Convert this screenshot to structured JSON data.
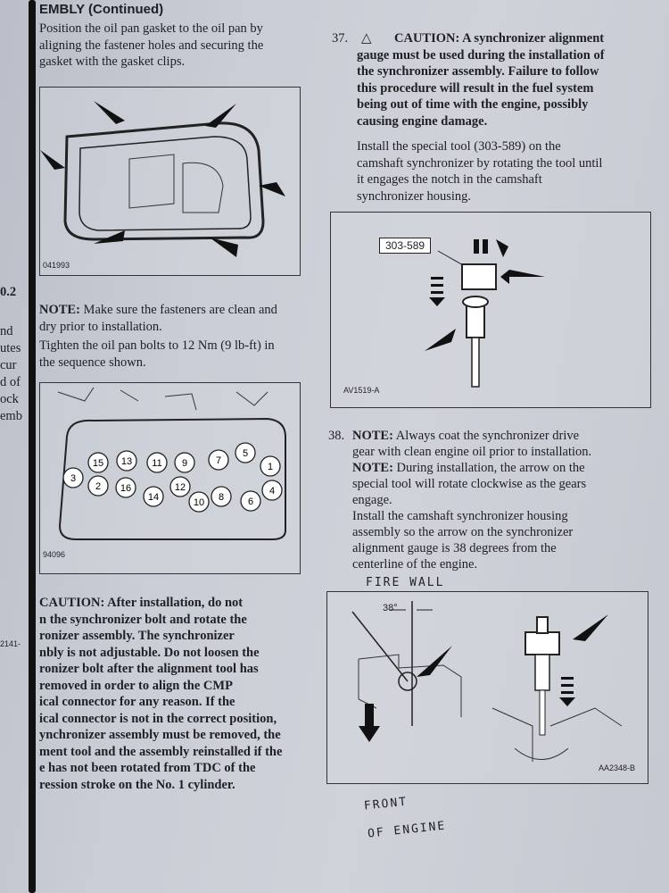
{
  "header": {
    "fragment": "EMBLY (Continued)"
  },
  "left": {
    "step_text": [
      "Position the oil pan gasket to the oil pan by",
      "aligning the fastener holes and securing the",
      "gasket with the gasket clips."
    ],
    "fig1_label": "041993",
    "margin_fragments": [
      "0.2",
      "nd",
      "utes",
      "cur",
      "d of",
      "ock",
      "emb",
      "2141-"
    ],
    "note": {
      "label": "NOTE:",
      "text": " Make sure the fasteners are clean and",
      "line2": "dry prior to installation."
    },
    "tighten": [
      "Tighten the oil pan bolts to 12 Nm (9 lb-ft) in",
      "the sequence shown."
    ],
    "fig2_label": "94096",
    "bolt_sequence": [
      "1",
      "2",
      "3",
      "4",
      "5",
      "6",
      "7",
      "8",
      "9",
      "10",
      "11",
      "12",
      "13",
      "14",
      "15",
      "16"
    ],
    "caution": [
      "CAUTION: After installation, do not",
      "n the synchronizer bolt and rotate the",
      "ronizer assembly. The synchronizer",
      "nbly is not adjustable. Do not loosen the",
      "ronizer bolt after the alignment tool has",
      "removed in order to align the CMP",
      "ical connector for any reason. If the",
      "ical connector is not in the correct position,",
      "ynchronizer assembly must be removed, the",
      "ment tool and the assembly reinstalled if the",
      "e has not been rotated from TDC of the",
      "ression stroke on the No. 1 cylinder."
    ]
  },
  "right": {
    "step37": {
      "number": "37.",
      "caution": [
        "CAUTION: A synchronizer alignment",
        "gauge must be used during the installation of",
        "the synchronizer assembly. Failure to follow",
        "this procedure will result in the fuel system",
        "being out of time with the engine, possibly",
        "causing engine damage."
      ],
      "text": [
        "Install the special tool (303-589) on the",
        "camshaft synchronizer by rotating the tool until",
        "it engages the notch in the camshaft",
        "synchronizer housing."
      ]
    },
    "fig3": {
      "tool_label": "303-589",
      "label": "AV1519-A"
    },
    "step38": {
      "number": "38.",
      "note1_label": "NOTE:",
      "note1": [
        " Always coat the synchronizer drive",
        "gear with clean engine oil prior to installation."
      ],
      "note2_label": "NOTE:",
      "note2": [
        " During installation, the arrow on the",
        "special tool will rotate clockwise as the gears",
        "engage."
      ],
      "text": [
        "Install the camshaft synchronizer housing",
        "assembly so the arrow on the synchronizer",
        "alignment gauge is 38 degrees from the",
        "centerline of the engine."
      ]
    },
    "fig4": {
      "angle": "38°",
      "label": "AA2348-B"
    },
    "handwriting": {
      "firewall": "FIRE WALL",
      "front1": "FRONT",
      "front2": "OF ENGINE"
    }
  }
}
